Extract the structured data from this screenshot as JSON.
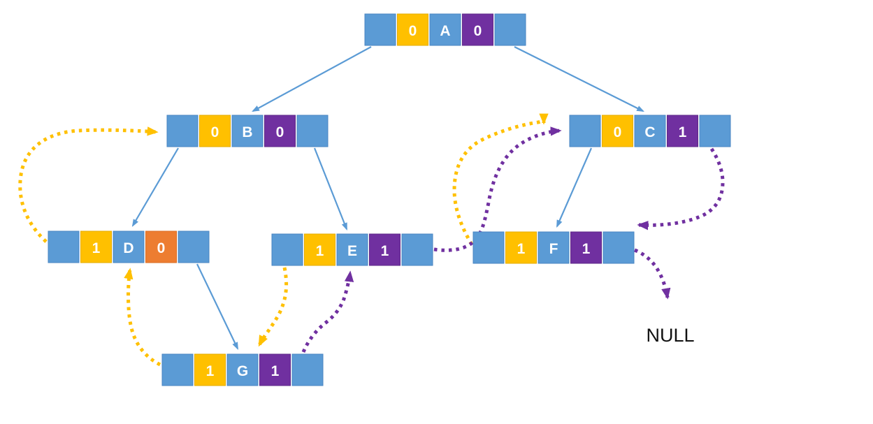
{
  "labels": {
    "null": "NULL"
  },
  "nodes": {
    "A": {
      "ltag": "0",
      "label": "A",
      "rtag": "0"
    },
    "B": {
      "ltag": "0",
      "label": "B",
      "rtag": "0"
    },
    "C": {
      "ltag": "0",
      "label": "C",
      "rtag": "1"
    },
    "D": {
      "ltag": "1",
      "label": "D",
      "rtag": "0"
    },
    "E": {
      "ltag": "1",
      "label": "E",
      "rtag": "1"
    },
    "F": {
      "ltag": "1",
      "label": "F",
      "rtag": "1"
    },
    "G": {
      "ltag": "1",
      "label": "G",
      "rtag": "1"
    }
  },
  "colors": {
    "cell_blue": "#5B9BD5",
    "tag_yellow": "#FFC000",
    "tag_purple": "#7030A0",
    "tag_orange": "#ED7D31",
    "edge_blue": "#5B9BD5",
    "thread_left_yellow": "#FFC000",
    "thread_right_purple": "#7030A0"
  },
  "structure": {
    "child_edges": [
      [
        "A",
        "B"
      ],
      [
        "A",
        "C"
      ],
      [
        "B",
        "D"
      ],
      [
        "B",
        "E"
      ],
      [
        "C",
        "F"
      ],
      [
        "D",
        "G"
      ]
    ],
    "left_threads": [
      [
        "D",
        "B"
      ],
      [
        "G",
        "D"
      ],
      [
        "E",
        "G"
      ],
      [
        "F",
        "C"
      ]
    ],
    "right_threads": [
      [
        "G",
        "E"
      ],
      [
        "E",
        "C"
      ],
      [
        "C",
        "F"
      ],
      [
        "F",
        "NULL"
      ]
    ]
  }
}
